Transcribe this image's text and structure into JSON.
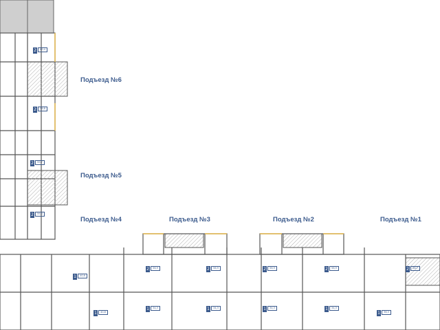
{
  "plan": {
    "wall_color": "#555555",
    "hatch_color": "#9a9a9a",
    "accent_color": "#3b5a8c",
    "window_color": "#e3b64a"
  },
  "entrances": {
    "e6": "Подъезд №6",
    "e5": "Подъезд №5",
    "e4": "Подъезд №4",
    "e3": "Подъезд №3",
    "e2": "Подъезд №2",
    "e1": "Подъезд №1"
  },
  "apartments": [
    {
      "rooms": "2",
      "area": "60,4"
    },
    {
      "rooms": "2",
      "area": "59,8"
    },
    {
      "rooms": "2",
      "area": "59,7"
    },
    {
      "rooms": "2",
      "area": "59,6"
    },
    {
      "rooms": "1",
      "area": "40,8"
    },
    {
      "rooms": "1",
      "area": "40,8"
    },
    {
      "rooms": "2",
      "area": "56,9"
    },
    {
      "rooms": "2",
      "area": "56,9"
    },
    {
      "rooms": "2",
      "area": "56,9"
    },
    {
      "rooms": "2",
      "area": "56,9"
    },
    {
      "rooms": "2",
      "area": "58,7"
    },
    {
      "rooms": "1",
      "area": "34,3"
    },
    {
      "rooms": "1",
      "area": "34,3"
    },
    {
      "rooms": "1",
      "area": "34,3"
    },
    {
      "rooms": "1",
      "area": "34,3"
    },
    {
      "rooms": "1",
      "area": "36,3"
    }
  ]
}
